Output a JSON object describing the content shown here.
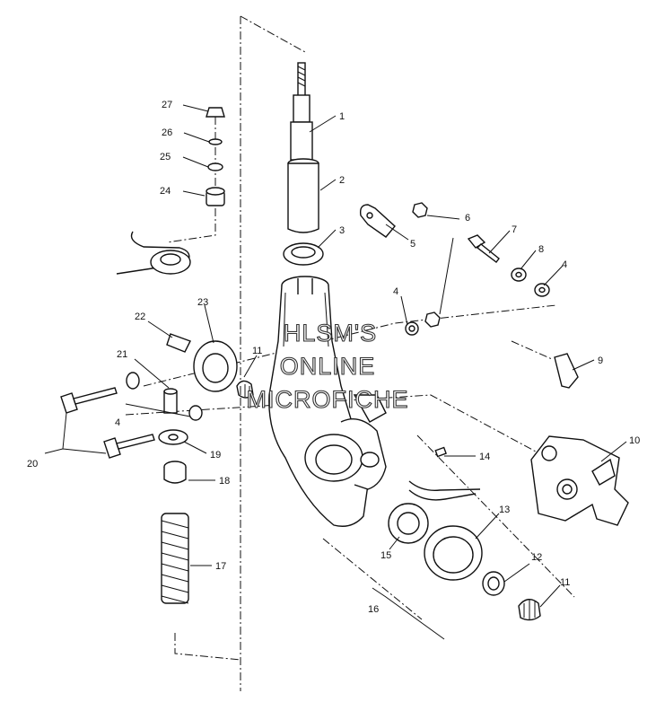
{
  "watermark": {
    "line1": "HLSM'S",
    "line2": "ONLINE",
    "line3": "MICROFICHE"
  },
  "callouts": [
    {
      "id": "c1",
      "label": "1"
    },
    {
      "id": "c2",
      "label": "2"
    },
    {
      "id": "c3",
      "label": "3"
    },
    {
      "id": "c4a",
      "label": "4"
    },
    {
      "id": "c4b",
      "label": "4"
    },
    {
      "id": "c4c",
      "label": "4"
    },
    {
      "id": "c5",
      "label": "5"
    },
    {
      "id": "c6",
      "label": "6"
    },
    {
      "id": "c7",
      "label": "7"
    },
    {
      "id": "c8",
      "label": "8"
    },
    {
      "id": "c9",
      "label": "9"
    },
    {
      "id": "c10",
      "label": "10"
    },
    {
      "id": "c11a",
      "label": "11"
    },
    {
      "id": "c11b",
      "label": "11"
    },
    {
      "id": "c12",
      "label": "12"
    },
    {
      "id": "c13",
      "label": "13"
    },
    {
      "id": "c14",
      "label": "14"
    },
    {
      "id": "c15",
      "label": "15"
    },
    {
      "id": "c16",
      "label": "16"
    },
    {
      "id": "c17",
      "label": "17"
    },
    {
      "id": "c18",
      "label": "18"
    },
    {
      "id": "c19",
      "label": "19"
    },
    {
      "id": "c20",
      "label": "20"
    },
    {
      "id": "c21",
      "label": "21"
    },
    {
      "id": "c22",
      "label": "22"
    },
    {
      "id": "c23",
      "label": "23"
    },
    {
      "id": "c24",
      "label": "24"
    },
    {
      "id": "c25",
      "label": "25"
    },
    {
      "id": "c26",
      "label": "26"
    },
    {
      "id": "c27",
      "label": "27"
    }
  ]
}
